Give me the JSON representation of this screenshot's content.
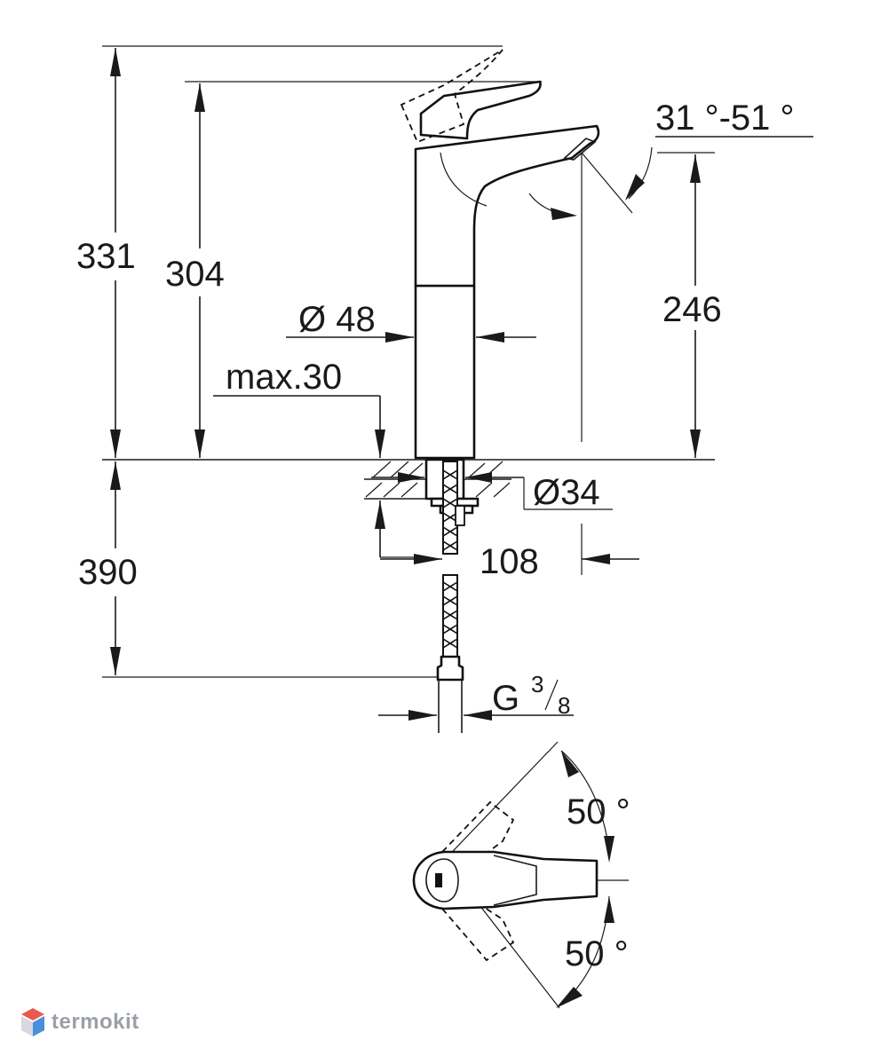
{
  "dimensions": {
    "total_height": "331",
    "spout_height": "304",
    "spout_clearance": "246",
    "body_diameter": "Ø 48",
    "deck_thickness": "max.30",
    "hole_diameter": "Ø34",
    "spout_reach": "108",
    "hose_length": "390",
    "connection_g": "G",
    "connection_num": "3",
    "connection_den": "8",
    "tilt_angle": "31 °-51 °",
    "rotation_top": "50 °",
    "rotation_bottom": "50 °"
  },
  "watermark": {
    "brand": "termokit",
    "colors": {
      "top": "#e85a4f",
      "bottom": "#4a90d9",
      "text": "#9aa0a6"
    }
  }
}
